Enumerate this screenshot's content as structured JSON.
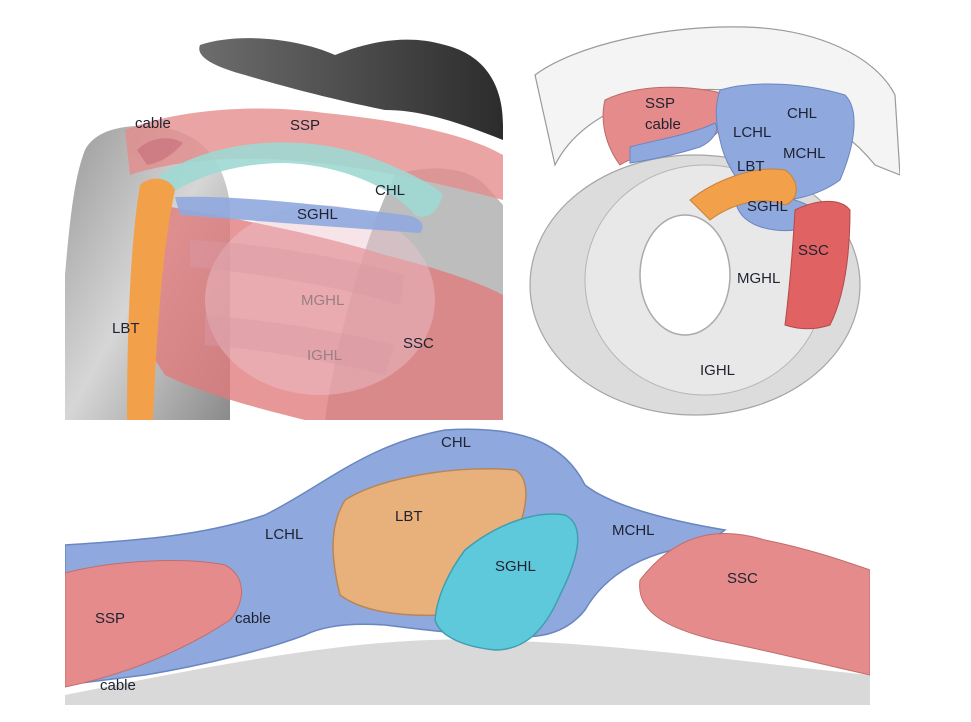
{
  "panel_a": {
    "labels": {
      "cable": "cable",
      "ssp": "SSP",
      "chl": "CHL",
      "sghl": "SGHL",
      "lbt": "LBT",
      "mghl": "MGHL",
      "ighl": "IGHL",
      "ssc": "SSC"
    }
  },
  "panel_b": {
    "labels": {
      "ssp": "SSP",
      "cable": "cable",
      "chl": "CHL",
      "lchl": "LCHL",
      "mchl": "MCHL",
      "lbt": "LBT",
      "sghl": "SGHL",
      "ssc": "SSC",
      "mghl": "MGHL",
      "ighl": "IGHL"
    }
  },
  "panel_c": {
    "labels": {
      "chl": "CHL",
      "lbt": "LBT",
      "lchl": "LCHL",
      "mchl": "MCHL",
      "sghl": "SGHL",
      "ssc": "SSC",
      "ssp": "SSP",
      "cable_1": "cable",
      "cable_2": "cable"
    }
  },
  "colors": {
    "tendon_red": "#e58b8b",
    "ligament_blue": "#8fa9df",
    "lbt_orange": "#f3a04a",
    "lbt_tan": "#e8b07a",
    "sghl_cyan": "#5fc9dc",
    "chl_teal": "#9ed8d2",
    "bone_gray": "#c8c8c8"
  }
}
